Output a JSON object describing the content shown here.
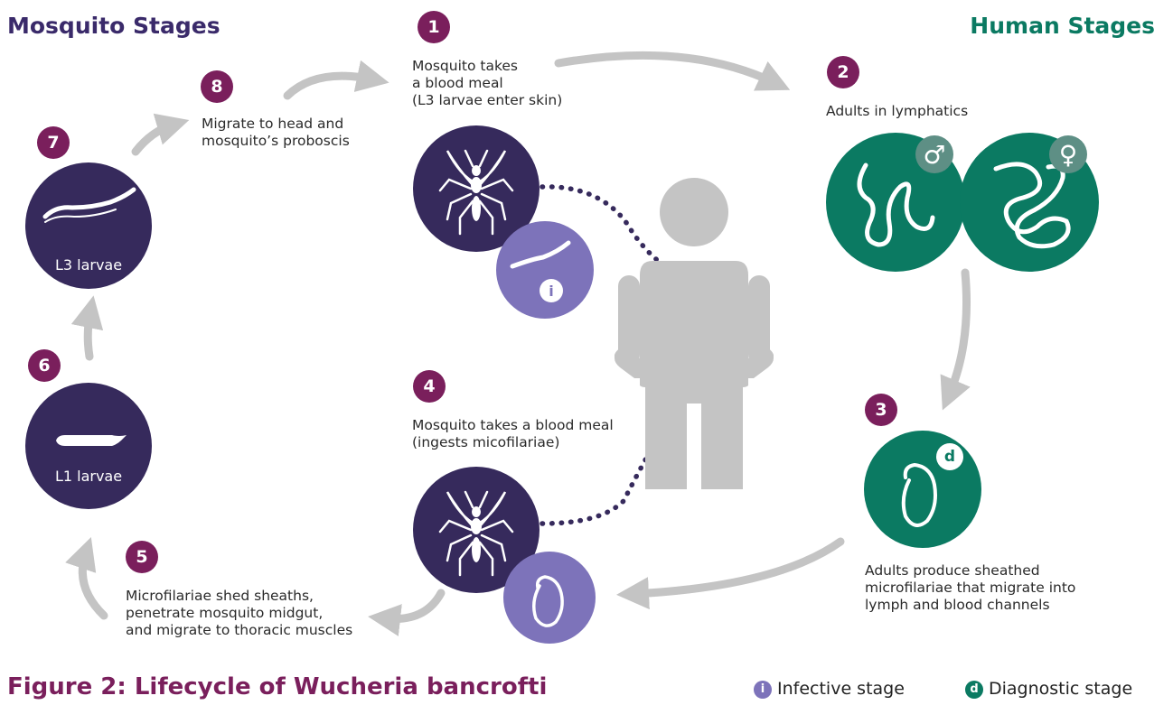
{
  "headers": {
    "mosquito": "Mosquito Stages",
    "human": "Human Stages"
  },
  "stages": [
    {
      "num": "1",
      "lines": [
        "Mosquito takes",
        "a blood meal",
        "(L3 larvae enter skin)"
      ]
    },
    {
      "num": "2",
      "lines": [
        "Adults in lymphatics"
      ]
    },
    {
      "num": "3",
      "lines": [
        "Adults produce sheathed",
        "microfilariae that migrate into",
        "lymph and blood channels"
      ]
    },
    {
      "num": "4",
      "lines": [
        "Mosquito takes a blood meal",
        "(ingests micofilariae)"
      ]
    },
    {
      "num": "5",
      "lines": [
        "Microfilariae shed sheaths,",
        "penetrate mosquito midgut,",
        "and migrate to thoracic muscles"
      ]
    },
    {
      "num": "6",
      "lines": []
    },
    {
      "num": "7",
      "lines": []
    },
    {
      "num": "8",
      "lines": [
        "Migrate to head and",
        "mosquito’s proboscis"
      ]
    }
  ],
  "circle_labels": {
    "l3": "L3 larvae",
    "l1": "L1 larvae"
  },
  "markers": {
    "infective": "i",
    "diagnostic": "d",
    "male": "♂",
    "female": "♀"
  },
  "legend": {
    "infective": "Infective stage",
    "diagnostic": "Diagnostic stage"
  },
  "figure_title": "Figure 2: Lifecycle of Wucheria bancrofti",
  "colors": {
    "dark_purple": "#362a5c",
    "lavender": "#7d73ba",
    "teal": "#0b7a62",
    "magenta": "#7a1f5c",
    "gray": "#c4c4c4",
    "header_mosquito": "#3a2a6a",
    "header_human": "#0b7a62"
  },
  "icons": [
    "mosquito-icon",
    "larva-icon",
    "human-silhouette-icon",
    "male-symbol-icon",
    "female-symbol-icon",
    "worm-icon",
    "microfilaria-icon",
    "arrow-icon"
  ]
}
